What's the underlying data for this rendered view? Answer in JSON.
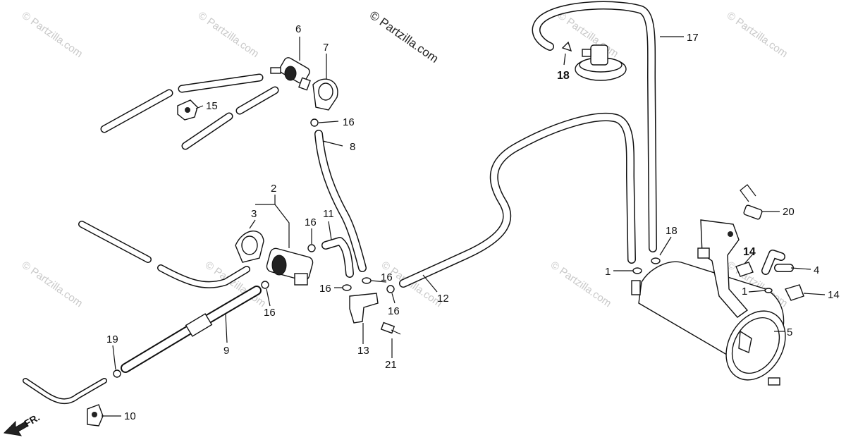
{
  "copyright": "© Partzilla.com",
  "watermark": "© Partzilla.com",
  "direction_label": "FR.",
  "callouts": [
    {
      "id": "c6",
      "label": "6"
    },
    {
      "id": "c7",
      "label": "7"
    },
    {
      "id": "c15",
      "label": "15"
    },
    {
      "id": "c16a",
      "label": "16"
    },
    {
      "id": "c8",
      "label": "8"
    },
    {
      "id": "c2",
      "label": "2"
    },
    {
      "id": "c3",
      "label": "3"
    },
    {
      "id": "c16b",
      "label": "16"
    },
    {
      "id": "c11",
      "label": "11"
    },
    {
      "id": "c16c",
      "label": "16"
    },
    {
      "id": "c16d",
      "label": "16"
    },
    {
      "id": "c16e",
      "label": "16"
    },
    {
      "id": "c16f",
      "label": "16"
    },
    {
      "id": "c12",
      "label": "12"
    },
    {
      "id": "c13",
      "label": "13"
    },
    {
      "id": "c21",
      "label": "21"
    },
    {
      "id": "c9",
      "label": "9"
    },
    {
      "id": "c19",
      "label": "19"
    },
    {
      "id": "c10",
      "label": "10"
    },
    {
      "id": "c17",
      "label": "17"
    },
    {
      "id": "c18a",
      "label": "18"
    },
    {
      "id": "c18b",
      "label": "18"
    },
    {
      "id": "c20",
      "label": "20"
    },
    {
      "id": "c1a",
      "label": "1"
    },
    {
      "id": "c14a",
      "label": "14"
    },
    {
      "id": "c4",
      "label": "4"
    },
    {
      "id": "c1b",
      "label": "1"
    },
    {
      "id": "c14b",
      "label": "14"
    },
    {
      "id": "c5",
      "label": "5"
    }
  ]
}
